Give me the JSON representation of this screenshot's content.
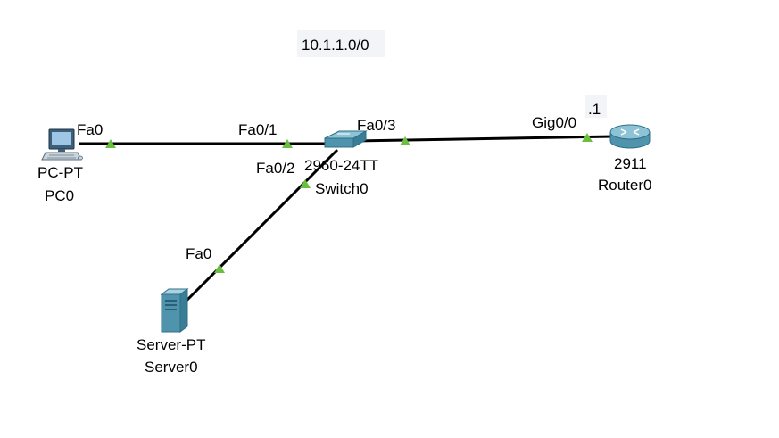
{
  "network": {
    "label": "10.1.1.0/0"
  },
  "devices": {
    "pc0": {
      "model": "PC-PT",
      "name": "PC0"
    },
    "switch0": {
      "model": "2960-24TT",
      "name": "Switch0"
    },
    "router0": {
      "model": "2911",
      "name": "Router0"
    },
    "server0": {
      "model": "Server-PT",
      "name": "Server0"
    }
  },
  "ports": {
    "pc0_fa0": "Fa0",
    "switch_fa0_1": "Fa0/1",
    "switch_fa0_2": "Fa0/2",
    "switch_fa0_3": "Fa0/3",
    "router_gig0_0": "Gig0/0",
    "server_fa0": "Fa0"
  },
  "addresses": {
    "router_gig0_0_host": ".1"
  },
  "colors": {
    "cable": "#000000",
    "link_up": "#6abf3f",
    "label_bg": "#f3f4f8",
    "device_teal": "#4f93ad"
  },
  "links": [
    {
      "from": "pc0",
      "to": "switch0",
      "status": "up"
    },
    {
      "from": "switch0",
      "to": "router0",
      "status": "up"
    },
    {
      "from": "switch0",
      "to": "server0",
      "status": "up"
    }
  ]
}
